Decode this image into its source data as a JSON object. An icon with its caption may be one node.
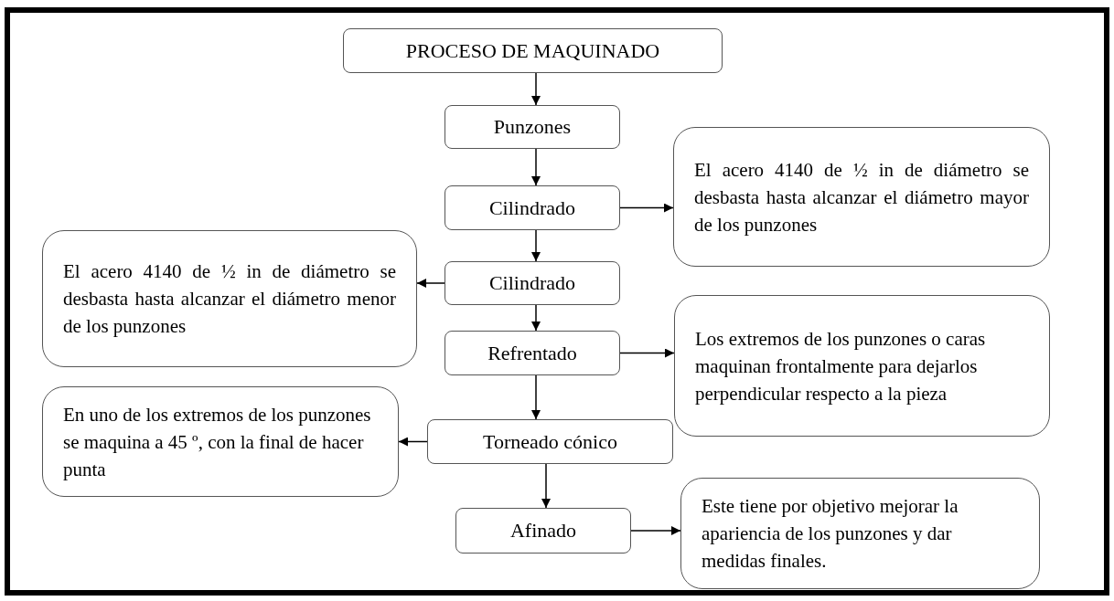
{
  "diagram": {
    "nodes": [
      {
        "text": [
          "PROCESO DE MAQUINADO"
        ]
      },
      {
        "text": [
          "Punzones"
        ]
      },
      {
        "text": [
          "Cilindrado"
        ]
      },
      {
        "text": [
          "El acero 4140 de ½ in de diámetro se desbasta hasta alcanzar el diámetro mayor de los punzones"
        ]
      },
      {
        "text": [
          "Cilindrado"
        ]
      },
      {
        "text": [
          "El acero 4140 de ½ in de diámetro se desbasta hasta alcanzar el diámetro menor de los punzones"
        ]
      },
      {
        "text": [
          "Refrentado"
        ]
      },
      {
        "text": [
          "Los extremos de los punzones o caras maquinan frontalmente para dejarlos perpendicular respecto a la pieza"
        ]
      },
      {
        "text": [
          "Torneado cónico"
        ]
      },
      {
        "text": [
          "En uno de los extremos de los punzones se maquina a 45 º, con la final de hacer punta"
        ]
      },
      {
        "text": [
          "Afinado"
        ]
      },
      {
        "text": [
          "Este tiene por objetivo mejorar la apariencia de los punzones y dar medidas finales."
        ]
      }
    ],
    "edges": [
      {
        "from": 0,
        "to": 1,
        "arrow": "to"
      },
      {
        "from": 1,
        "to": 2,
        "arrow": "to"
      },
      {
        "from": 2,
        "to": 3,
        "arrow": "to"
      },
      {
        "from": 2,
        "to": 4,
        "arrow": "to"
      },
      {
        "from": 4,
        "to": 5,
        "arrow": "to"
      },
      {
        "from": 4,
        "to": 6,
        "arrow": "to"
      },
      {
        "from": 6,
        "to": 7,
        "arrow": "to"
      },
      {
        "from": 6,
        "to": 8,
        "arrow": "to"
      },
      {
        "from": 8,
        "to": 9,
        "arrow": "to"
      },
      {
        "from": 8,
        "to": 10,
        "arrow": "to"
      },
      {
        "from": 10,
        "to": 11,
        "arrow": "to"
      }
    ]
  }
}
